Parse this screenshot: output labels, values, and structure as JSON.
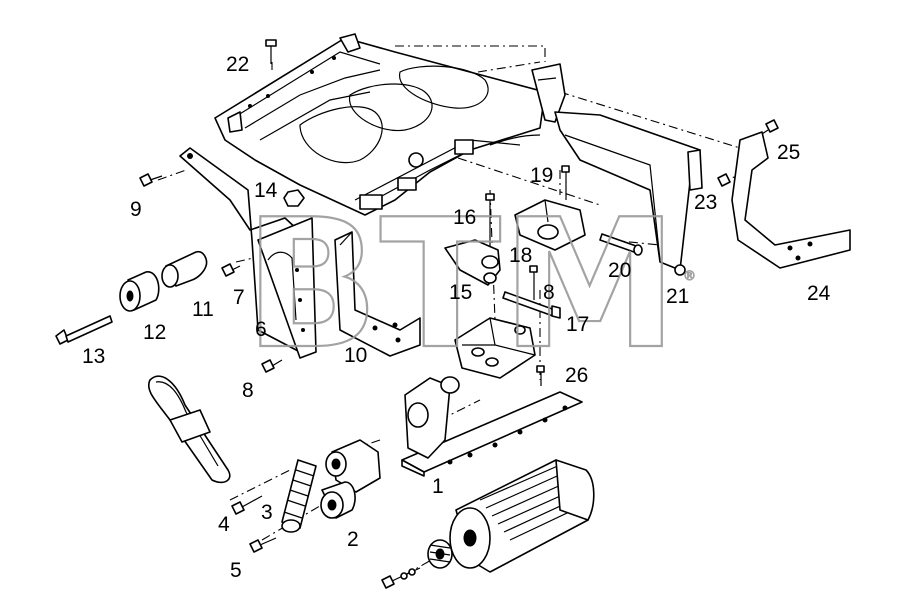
{
  "watermark": {
    "text": "BTM",
    "mark": "®"
  },
  "callouts": [
    {
      "id": "c22",
      "text": "22"
    },
    {
      "id": "c9",
      "text": "9"
    },
    {
      "id": "c14",
      "text": "14"
    },
    {
      "id": "c16",
      "text": "16"
    },
    {
      "id": "c19",
      "text": "19"
    },
    {
      "id": "c23",
      "text": "23"
    },
    {
      "id": "c25",
      "text": "25"
    },
    {
      "id": "c18",
      "text": "18"
    },
    {
      "id": "c20",
      "text": "20"
    },
    {
      "id": "c7",
      "text": "7"
    },
    {
      "id": "c11",
      "text": "11"
    },
    {
      "id": "c15",
      "text": "15"
    },
    {
      "id": "c8a",
      "text": "8"
    },
    {
      "id": "c21",
      "text": "21"
    },
    {
      "id": "c24",
      "text": "24"
    },
    {
      "id": "c12",
      "text": "12"
    },
    {
      "id": "c6",
      "text": "6"
    },
    {
      "id": "c17",
      "text": "17"
    },
    {
      "id": "c13",
      "text": "13"
    },
    {
      "id": "c10",
      "text": "10"
    },
    {
      "id": "c26",
      "text": "26"
    },
    {
      "id": "c8b",
      "text": "8"
    },
    {
      "id": "c1",
      "text": "1"
    },
    {
      "id": "c4",
      "text": "4"
    },
    {
      "id": "c3",
      "text": "3"
    },
    {
      "id": "c2",
      "text": "2"
    },
    {
      "id": "c5",
      "text": "5"
    }
  ]
}
